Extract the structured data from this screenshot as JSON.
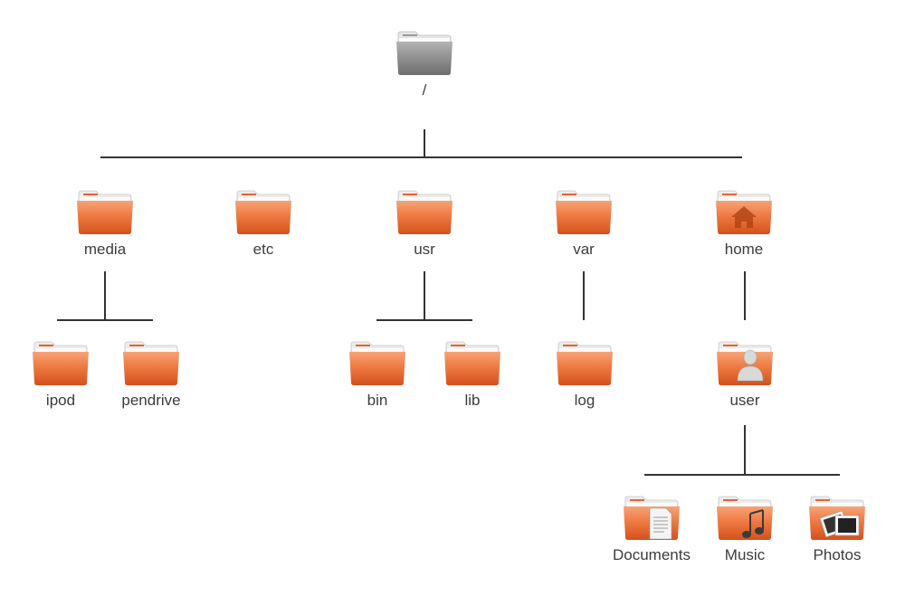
{
  "tree": {
    "root": {
      "label": "/",
      "icon": "root-folder-icon"
    },
    "level1": [
      {
        "label": "media",
        "icon": "folder-icon"
      },
      {
        "label": "etc",
        "icon": "folder-icon"
      },
      {
        "label": "usr",
        "icon": "folder-icon"
      },
      {
        "label": "var",
        "icon": "folder-icon"
      },
      {
        "label": "home",
        "icon": "home-folder-icon"
      }
    ],
    "level2": [
      {
        "label": "ipod",
        "icon": "folder-icon",
        "parent": "media"
      },
      {
        "label": "pendrive",
        "icon": "folder-icon",
        "parent": "media"
      },
      {
        "label": "bin",
        "icon": "folder-icon",
        "parent": "usr"
      },
      {
        "label": "lib",
        "icon": "folder-icon",
        "parent": "usr"
      },
      {
        "label": "log",
        "icon": "folder-icon",
        "parent": "var"
      },
      {
        "label": "user",
        "icon": "user-folder-icon",
        "parent": "home"
      }
    ],
    "level3": [
      {
        "label": "Documents",
        "icon": "documents-folder-icon",
        "parent": "user"
      },
      {
        "label": "Music",
        "icon": "music-folder-icon",
        "parent": "user"
      },
      {
        "label": "Photos",
        "icon": "photos-folder-icon",
        "parent": "user"
      }
    ]
  },
  "colors": {
    "folder_orange": "#e8632a",
    "folder_root_gray": "#8a8a8a",
    "connector": "#333333",
    "label_text": "#3c3c3c"
  }
}
